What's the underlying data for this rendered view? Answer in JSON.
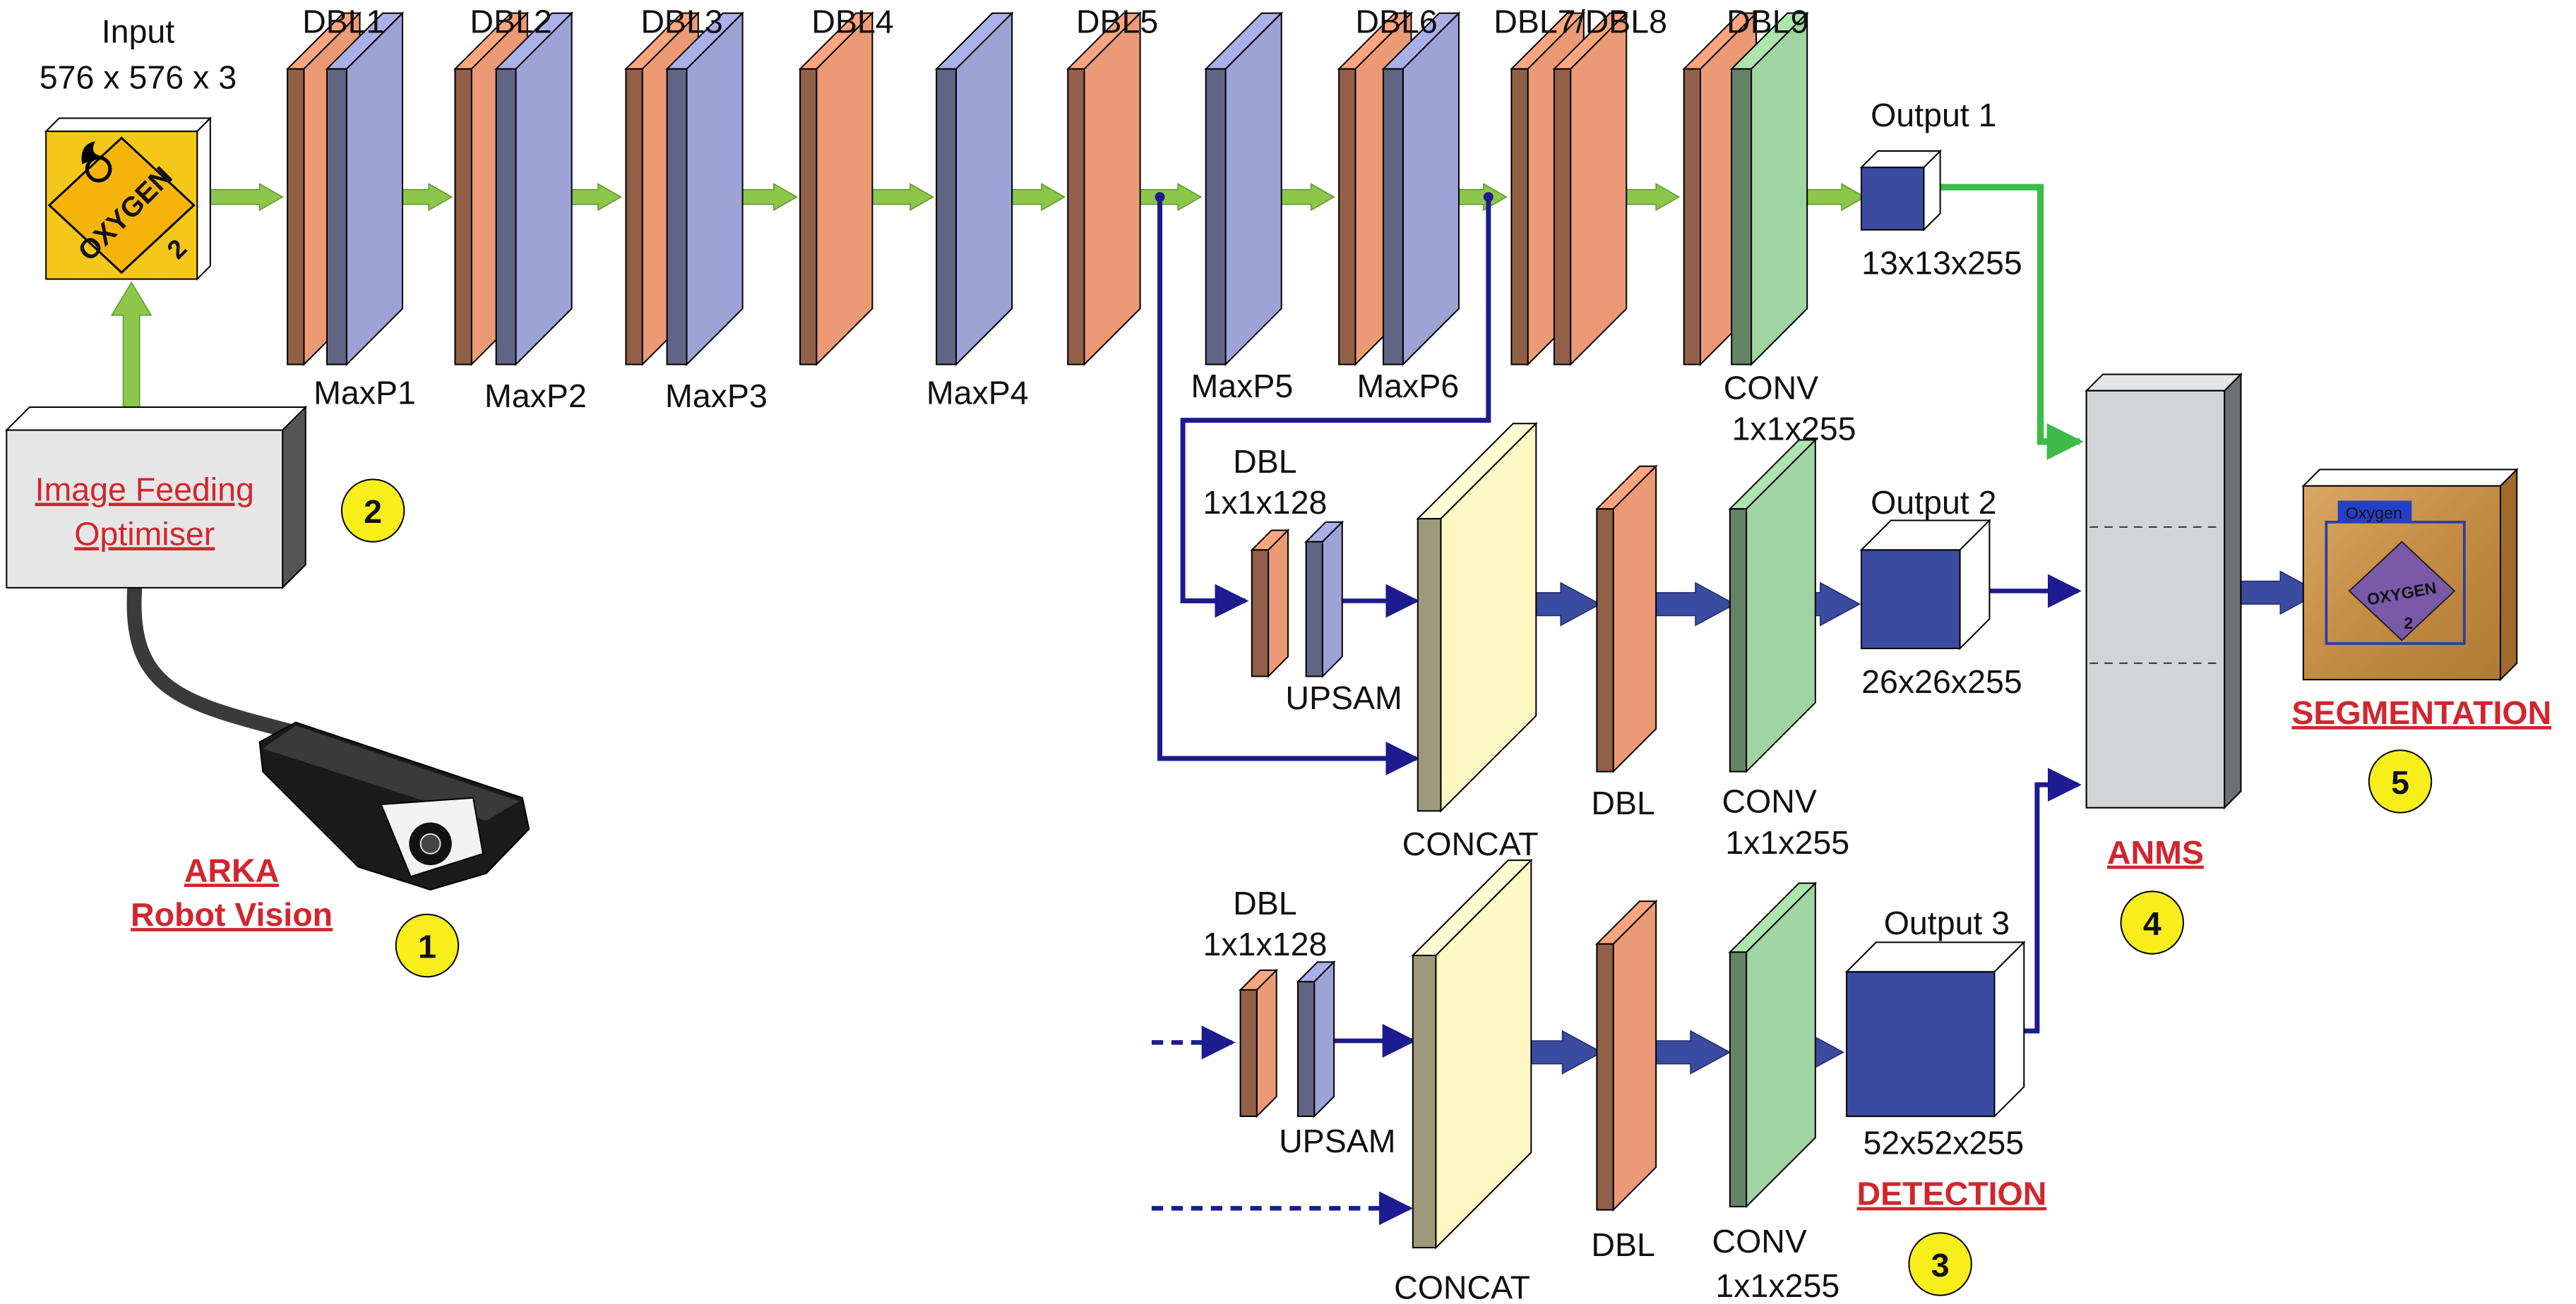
{
  "input": {
    "title": "Input",
    "dims": "576 x 576 x 3"
  },
  "sign": {
    "word": "OXYGEN",
    "num": "2"
  },
  "top_row": {
    "dbl_labels": [
      "DBL1",
      "DBL2",
      "DBL3",
      "DBL4",
      "DBL5",
      "DBL6",
      "DBL7/DBL8",
      "DBL9"
    ],
    "maxp_labels": [
      "MaxP1",
      "MaxP2",
      "MaxP3",
      "MaxP4",
      "MaxP5",
      "MaxP6"
    ],
    "conv_label": "CONV",
    "conv_dims": "1x1x255"
  },
  "output1": {
    "title": "Output 1",
    "dims": "13x13x255"
  },
  "branch2": {
    "dbl_label": "DBL",
    "dbl_dims": "1x1x128",
    "upsam": "UPSAM",
    "concat": "CONCAT",
    "dbl2": "DBL",
    "conv": "CONV",
    "conv_dims": "1x1x255",
    "output_title": "Output 2",
    "output_dims": "26x26x255"
  },
  "branch3": {
    "dbl_label": "DBL",
    "dbl_dims": "1x1x128",
    "upsam": "UPSAM",
    "concat": "CONCAT",
    "dbl2": "DBL",
    "conv": "CONV",
    "conv_dims": "1x1x255",
    "output_title": "Output 3",
    "output_dims": "52x52x255"
  },
  "feeder": {
    "line1": "Image Feeding",
    "line2": "Optimiser"
  },
  "camera": {
    "line1": "ARKA",
    "line2": "Robot Vision"
  },
  "stages": {
    "detection": "DETECTION",
    "anms": "ANMS",
    "segmentation": "SEGMENTATION"
  },
  "result": {
    "tag": "Oxygen",
    "word": "OXYGEN",
    "num": "2"
  },
  "badges": [
    "1",
    "2",
    "3",
    "4",
    "5"
  ],
  "colors": {
    "dbl": "#ec9a76",
    "maxp": "#9da3d7",
    "conv": "#a0d4a2",
    "concat": "#fdf7c4",
    "output": "#3a4ba0",
    "arrow_green": "#8cc64a",
    "line_green": "#3dbb4a",
    "line_blue": "#1d1b8f",
    "arrow_blue": "#3a4ba0",
    "accent_red": "#d1262e",
    "badge": "#f7ee1c",
    "sign": "#f6b40a",
    "wood": "#c9954f"
  }
}
